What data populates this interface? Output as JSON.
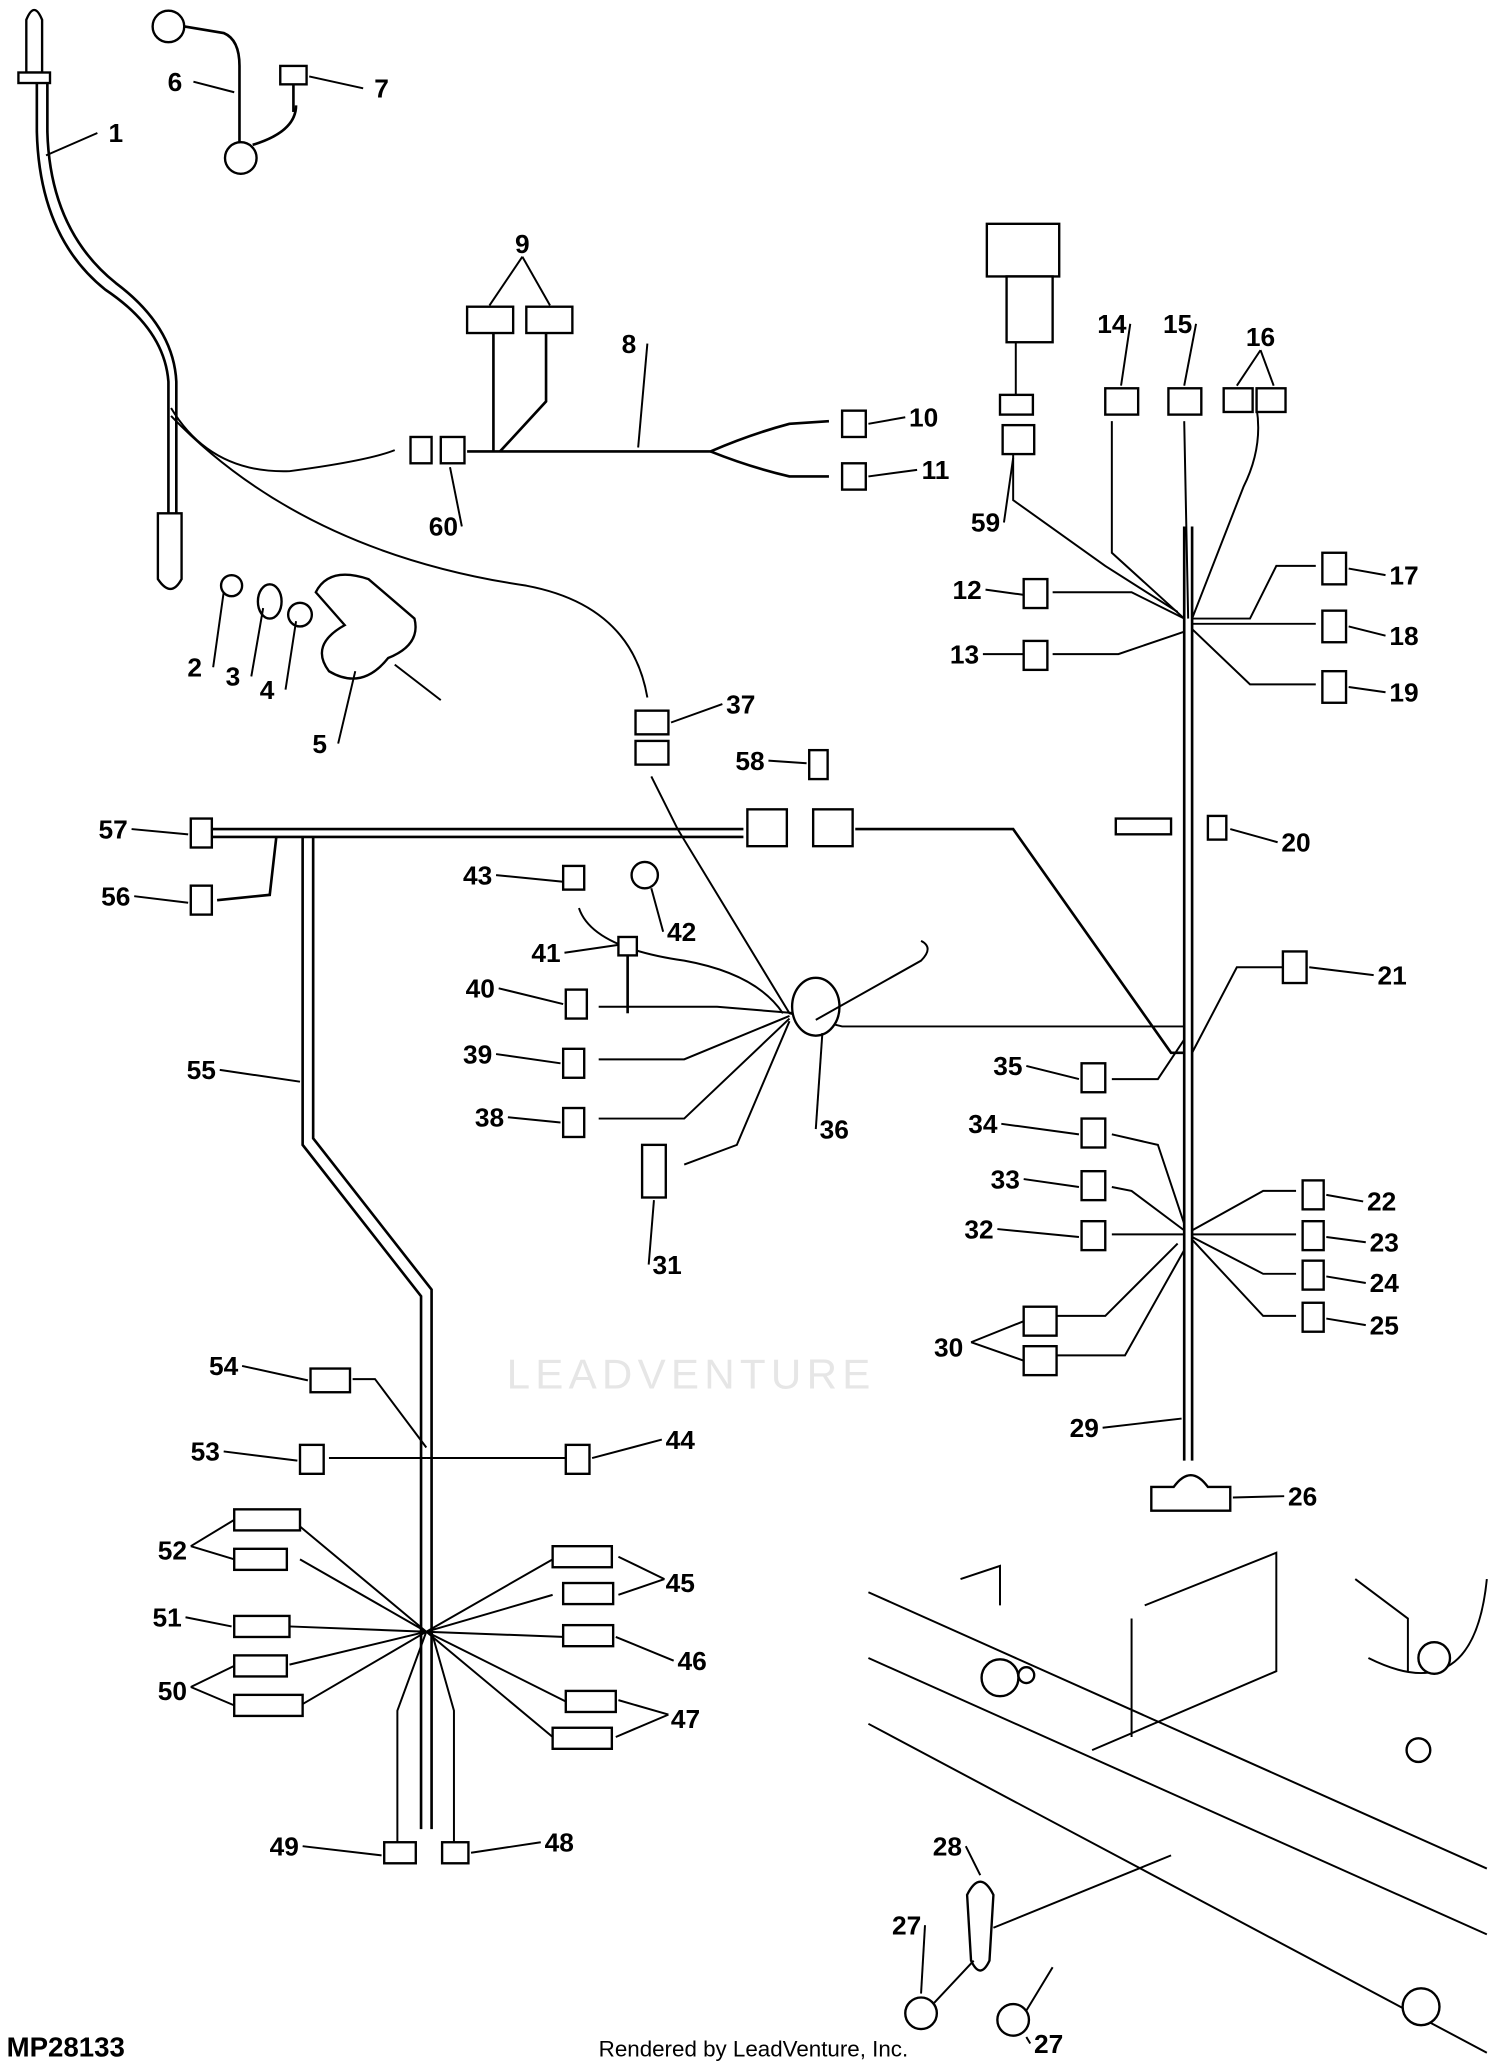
{
  "diagram": {
    "figure_id": "MP28133",
    "footer": "Rendered by LeadVenture, Inc.",
    "watermark": "LEADVENTURE",
    "callouts": [
      "1",
      "2",
      "3",
      "4",
      "5",
      "6",
      "7",
      "8",
      "9",
      "10",
      "11",
      "12",
      "13",
      "14",
      "15",
      "16",
      "17",
      "18",
      "19",
      "20",
      "21",
      "22",
      "23",
      "24",
      "25",
      "26",
      "27",
      "27",
      "28",
      "29",
      "30",
      "31",
      "32",
      "33",
      "34",
      "35",
      "36",
      "37",
      "38",
      "39",
      "40",
      "41",
      "42",
      "43",
      "44",
      "45",
      "46",
      "47",
      "48",
      "49",
      "50",
      "51",
      "52",
      "53",
      "54",
      "55",
      "56",
      "57",
      "58",
      "59",
      "60"
    ]
  }
}
